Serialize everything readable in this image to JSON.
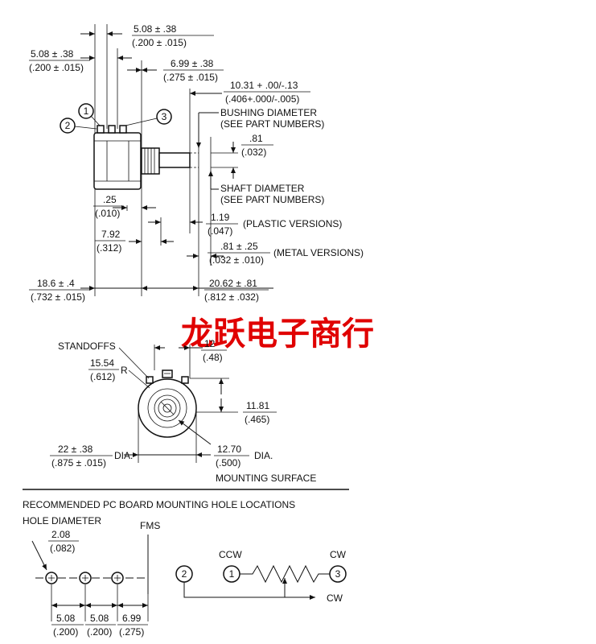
{
  "top_view": {
    "d_pin_spacing_a": {
      "v1": "5.08 ± .38",
      "v2": "(.200 ± .015)"
    },
    "d_pin_spacing_b": {
      "v1": "5.08  ± .38",
      "v2": "(.200 ± .015)"
    },
    "d_pin3_offset": {
      "v1": "6.99 ± .38",
      "v2": "(.275 ± .015)"
    },
    "d_bushing_len": {
      "v1": "10.31 + .00/-.13",
      "v2": "(.406+.000/-.005)"
    },
    "bushing_note": [
      "BUSHING DIAMETER",
      "(SEE PART NUMBERS)"
    ],
    "d_flat": {
      "v1": ".81",
      "v2": "(.032)"
    },
    "shaft_note": [
      "SHAFT DIAMETER",
      "(SEE PART NUMBERS)"
    ],
    "d_standoff": {
      "v1": ".25",
      "v2": "(.010)"
    },
    "d_plastic": {
      "v1": "1.19",
      "v2": "(.047)",
      "note": "(PLASTIC VERSIONS)"
    },
    "d_body_to_bush": {
      "v1": "7.92",
      "v2": "(.312)"
    },
    "d_metal": {
      "v1": ".81 ± .25",
      "v2": "(.032 ± .010)",
      "note": "(METAL VERSIONS)"
    },
    "d_body_len": {
      "v1": "18.6 ± .4",
      "v2": "(.732 ± .015)"
    },
    "d_shaft_len": {
      "v1": "20.62 ± .81",
      "v2": "(.812 ± .032)"
    },
    "pin_labels": [
      "1",
      "2",
      "3"
    ]
  },
  "watermark": "龙跃电子商行",
  "front_view": {
    "standoffs": "STANDOFFS",
    "d_radius": {
      "v1": "15.54",
      "v2": "(.612)",
      "r": "R"
    },
    "d_top": {
      "v1": "12",
      "v2": "(.48)"
    },
    "d_height": {
      "v1": "11.81",
      "v2": "(.465)"
    },
    "d_dia": {
      "v1": "22 ± .38",
      "v2": "(.875 ± .015)",
      "suffix": "DIA."
    },
    "d_bush_dia": {
      "v1": "12.70",
      "v2": "(.500)",
      "suffix": "DIA."
    },
    "mounting": "MOUNTING SURFACE"
  },
  "pcb": {
    "title": "RECOMMENDED PC BOARD MOUNTING HOLE LOCATIONS",
    "hole_label": "HOLE DIAMETER",
    "d_hole": {
      "v1": "2.08",
      "v2": "(.082)"
    },
    "fms": "FMS",
    "d1": {
      "v1": "5.08",
      "v2": "(.200)"
    },
    "d2": {
      "v1": "5.08",
      "v2": "(.200)"
    },
    "d3": {
      "v1": "6.99",
      "v2": "(.275)"
    }
  },
  "schematic": {
    "ccw": "CCW",
    "cw_top": "CW",
    "cw_arrow": "CW",
    "terminals": [
      "1",
      "2",
      "3"
    ]
  }
}
